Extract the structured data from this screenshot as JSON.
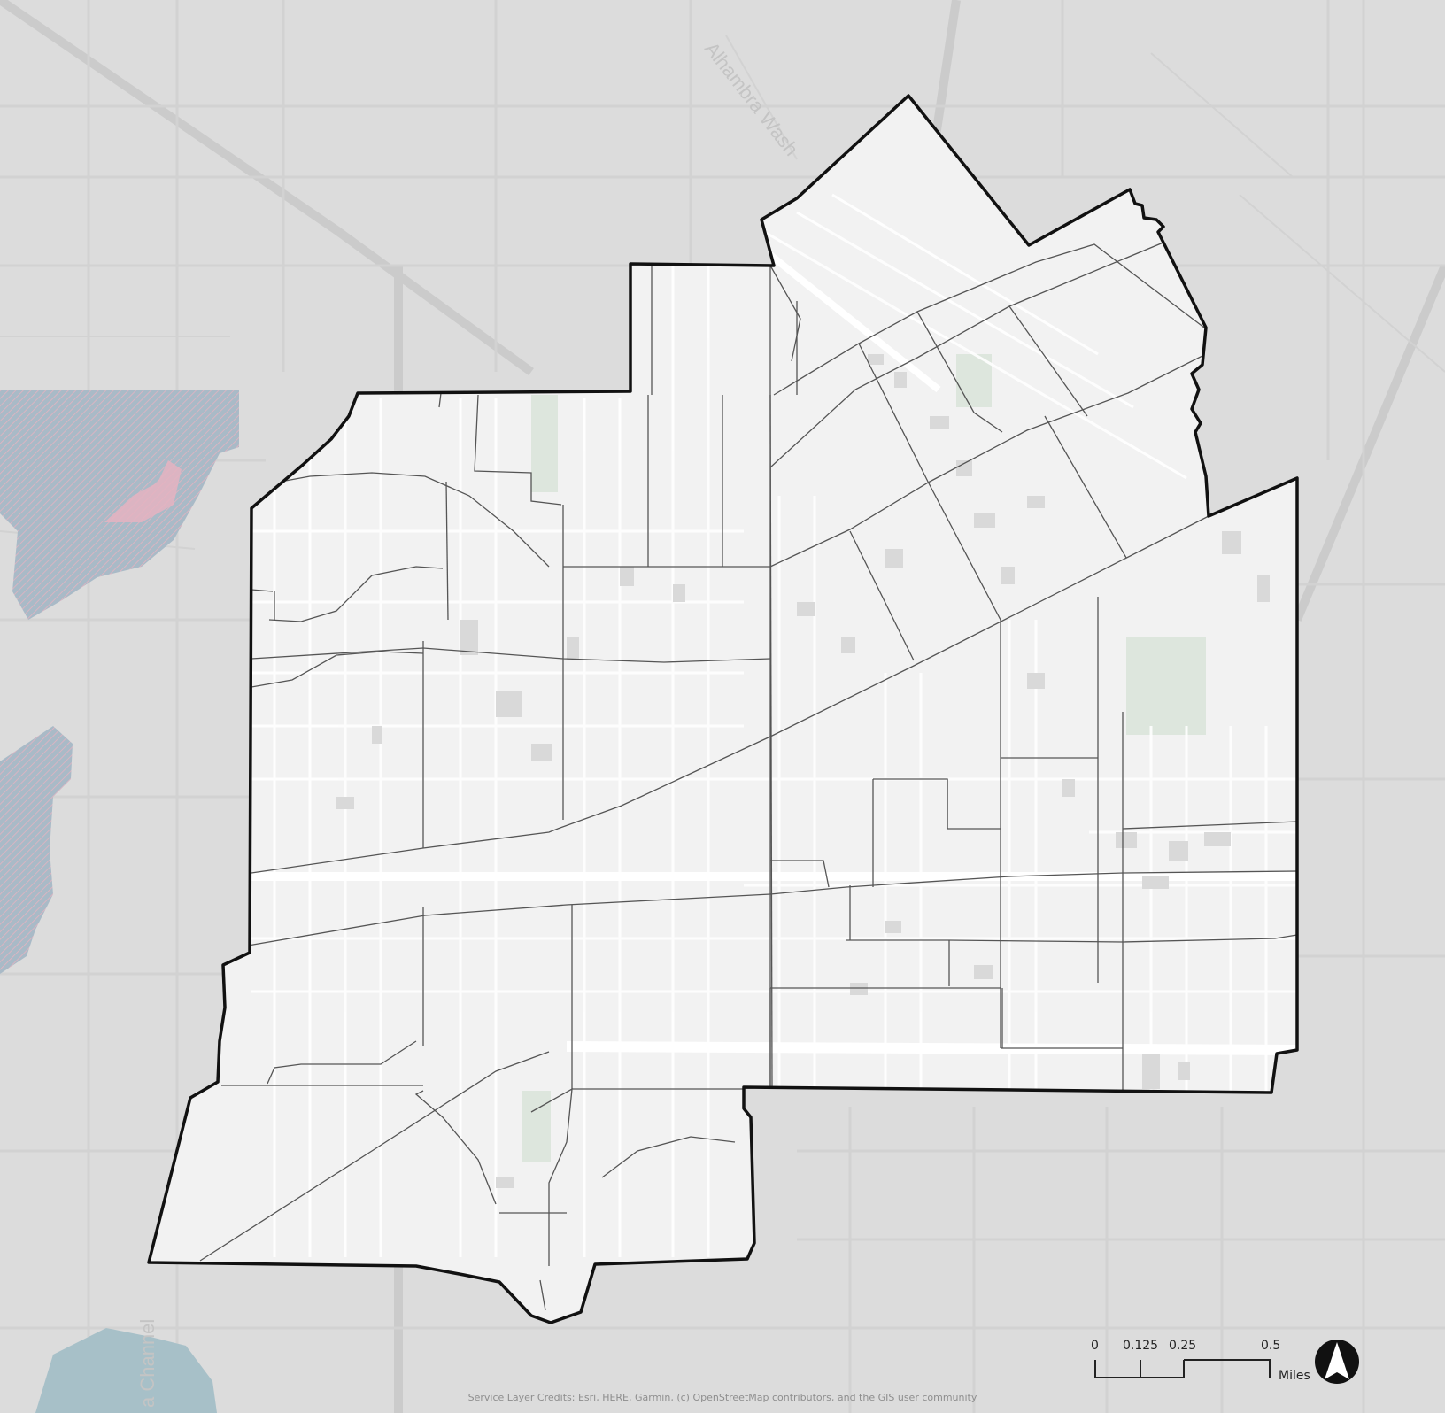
{
  "map": {
    "layers": {
      "basemap": "light-gray-canvas",
      "boundary": "city-boundary",
      "streets": "street-network"
    },
    "labels": {
      "wash": "Alhambra Wash",
      "channel": "a Channel"
    },
    "colors": {
      "background": "#dcdcdc",
      "area_fill": "#f2f2f2",
      "boundary_stroke": "#111111",
      "street_stroke": "#555555",
      "water": "#a7b9c6",
      "restricted_hatch": "#e5b3c1",
      "park": "#cfe0cf"
    }
  },
  "scale_bar": {
    "ticks": [
      "0",
      "0.125",
      "0.25",
      "0.5"
    ],
    "unit": "Miles"
  },
  "north_arrow": {
    "icon": "north-arrow-icon"
  },
  "credits": "Service Layer Credits: Esri, HERE, Garmin, (c) OpenStreetMap contributors, and the GIS user community"
}
